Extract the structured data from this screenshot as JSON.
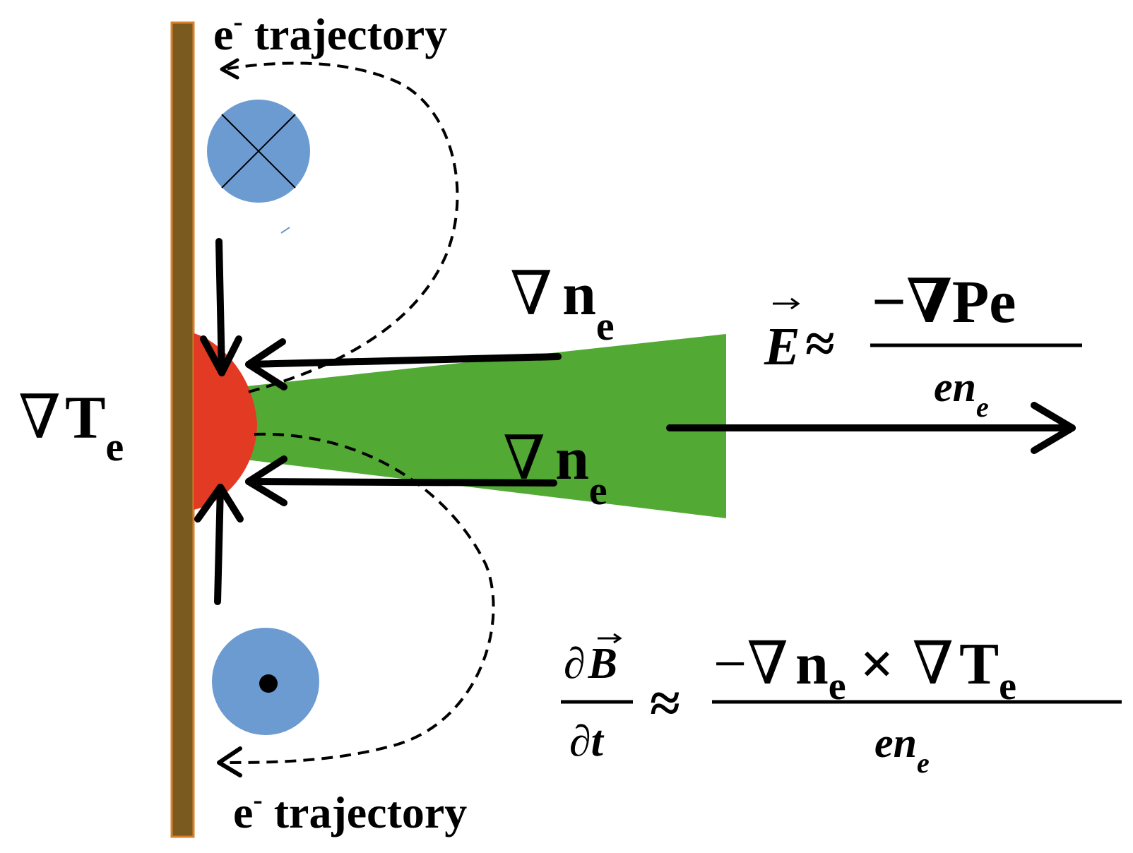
{
  "colors": {
    "target": "#7A5A1E",
    "target_border": "#D9822B",
    "hot_spot": "#E23A23",
    "plasma_plume": "#52AA34",
    "field_circle": "#6B9BD0",
    "ink": "#000000"
  },
  "labels": {
    "trajectory_top": {
      "base": "e",
      "sup": "-",
      "rest": " trajectory"
    },
    "trajectory_bottom": {
      "base": "e",
      "sup": "-",
      "rest": " trajectory"
    },
    "grad_te": {
      "nabla": "∇",
      "base": "T",
      "sub": "e"
    },
    "grad_ne_upper": {
      "nabla": "∇",
      "base": "n",
      "sub": "e"
    },
    "grad_ne_lower": {
      "nabla": "∇",
      "base": "n",
      "sub": "e"
    }
  },
  "equations": {
    "efield": {
      "lhs": "E",
      "approx": "≈",
      "numerator": "−∇Pe",
      "den_base": "en",
      "den_sub": "e"
    },
    "bfield": {
      "lhs_num_partial": "∂",
      "lhs_num_var": "B",
      "lhs_den": "∂t",
      "approx": "≈",
      "num_minus_nabla": "−∇",
      "num_n": "n",
      "num_n_sub": "e",
      "times": "×",
      "num_nabla": "∇",
      "num_t": "T",
      "num_t_sub": "e",
      "den_base": "en",
      "den_sub": "e"
    }
  },
  "symbols": {
    "field_into_page": "circle-cross-icon",
    "field_out_of_page": "circle-dot-icon"
  }
}
